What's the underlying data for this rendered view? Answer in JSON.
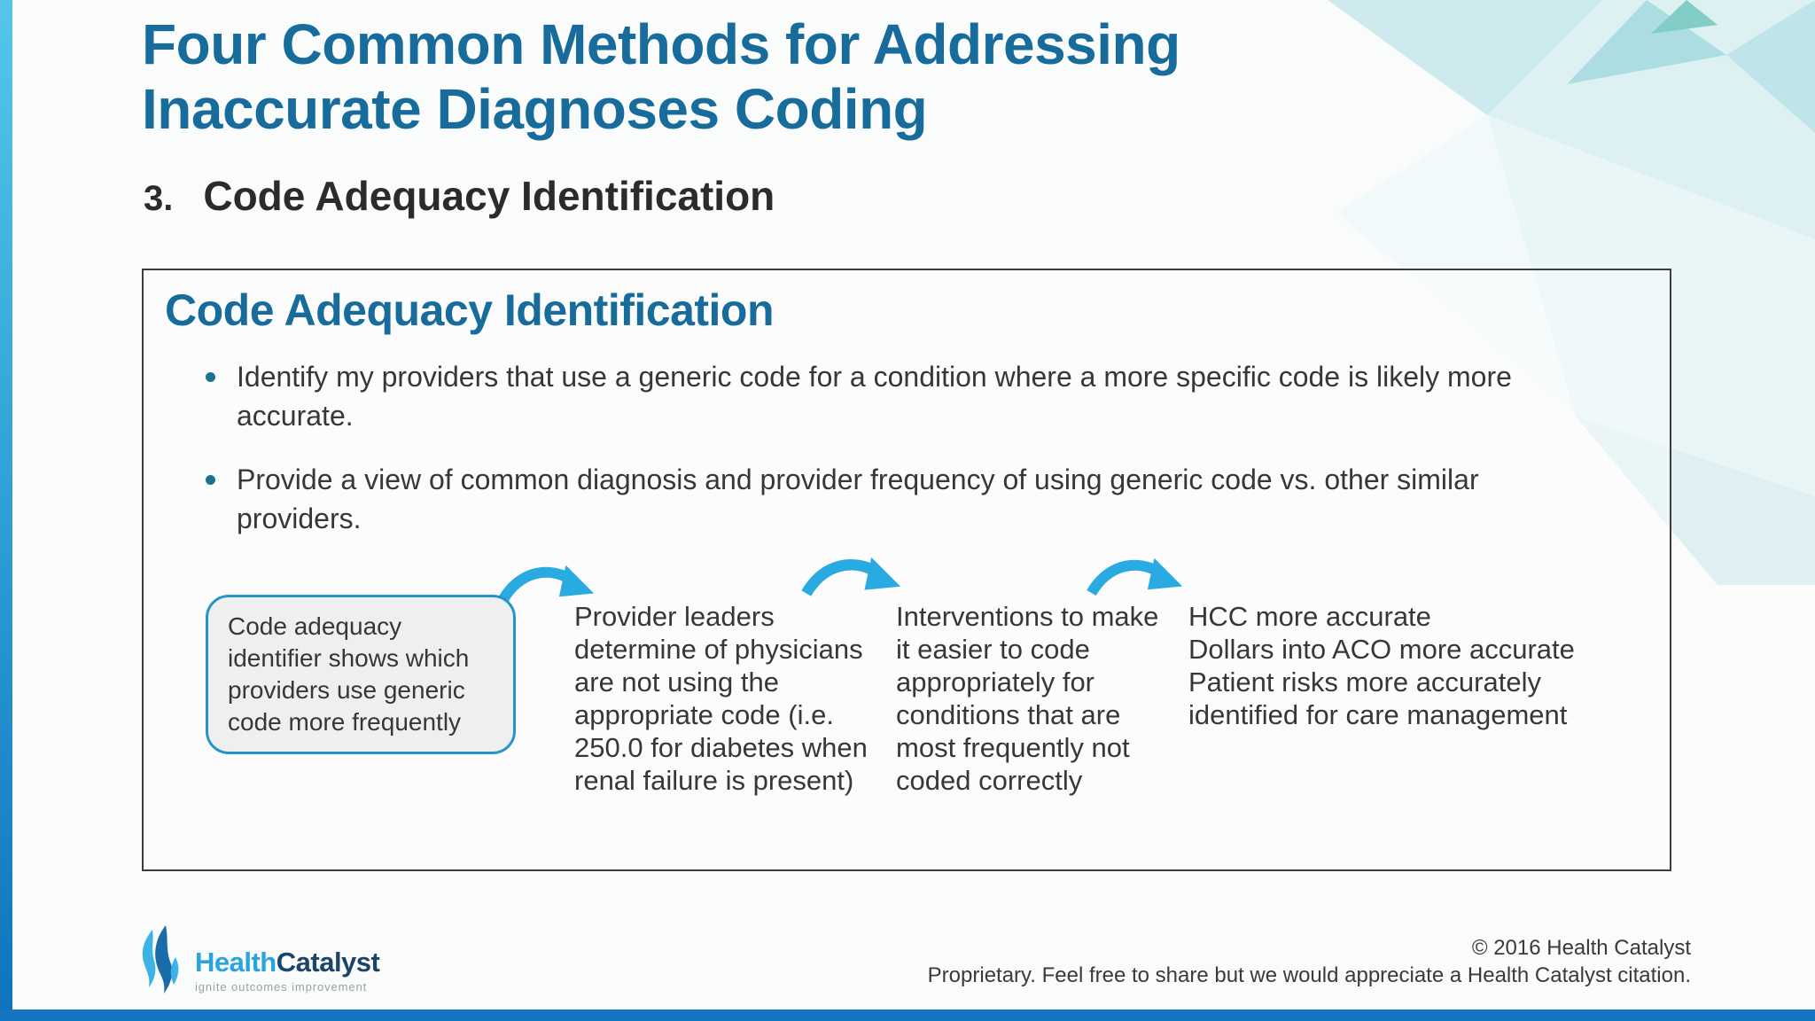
{
  "slide": {
    "title_lines": [
      "Four Common Methods for Addressing",
      "Inaccurate Diagnoses Coding"
    ],
    "section": {
      "number": "3.",
      "label": "Code Adequacy Identification"
    }
  },
  "panel": {
    "heading": "Code Adequacy Identification",
    "bullets": [
      "Identify my providers that use a generic code for a condition where a more specific code is likely more accurate.",
      "Provide a view of common diagnosis and provider frequency of using generic code vs. other similar providers."
    ],
    "flow": {
      "start_box": "Code adequacy identifier shows which providers use generic code more frequently",
      "steps": [
        "Provider leaders determine of physicians are not using the appropriate code (i.e. 250.0 for diabetes when renal failure is present)",
        "Interventions to make it easier to code appropriately for conditions that are most frequently not coded correctly"
      ],
      "outcomes": [
        "HCC more accurate",
        "Dollars into ACO more accurate",
        "Patient risks more accurately identified for care management"
      ]
    }
  },
  "footer": {
    "logo": {
      "word1": "Health",
      "word2": "Catalyst",
      "tagline": "ignite outcomes improvement"
    },
    "copyright_line1": "© 2016 Health Catalyst",
    "copyright_line2": "Proprietary. Feel free to share but we would appreciate a Health Catalyst citation."
  },
  "colors": {
    "heading_teal": "#176c9c",
    "body_text": "#373737",
    "arrow_blue": "#29abe2",
    "flow_box_border": "#2395c8",
    "flow_box_fill": "#efefef",
    "left_bar_top": "#55c6e9",
    "left_bar_bottom": "#0e73bc",
    "bottom_bar": "#1474c0",
    "logo_light_blue": "#2ba3dc",
    "logo_navy": "#1d4468"
  }
}
